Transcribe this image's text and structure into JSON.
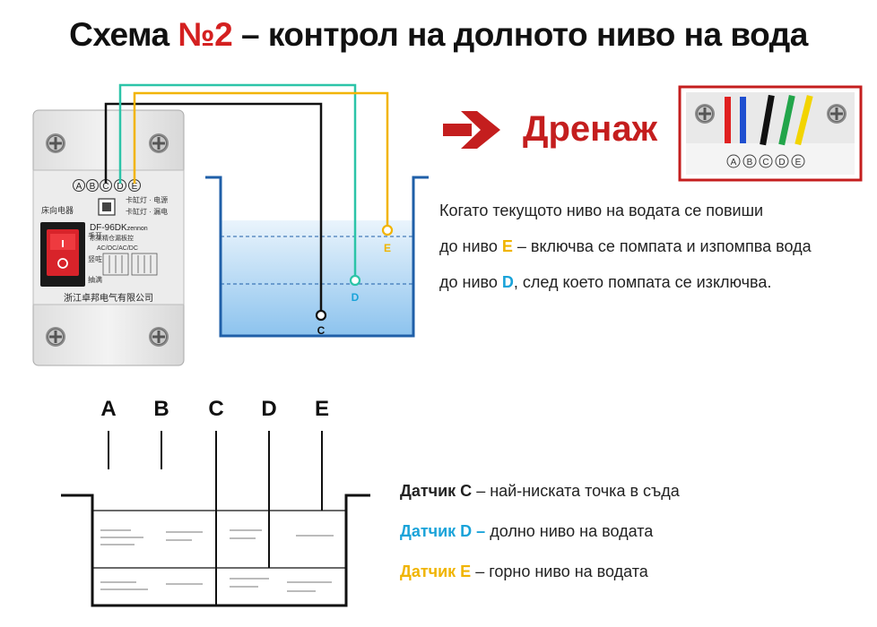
{
  "title": {
    "prefix": "Схема",
    "number": "№2",
    "suffix": "– контрол  на долното ниво на вода"
  },
  "drain": {
    "label": "Дренаж"
  },
  "photo_terminals": [
    "A",
    "B",
    "C",
    "D",
    "E"
  ],
  "relay": {
    "model": "DF-96DK",
    "model_suffix": "zennon",
    "terminals": [
      "A",
      "B",
      "C",
      "D",
      "E"
    ],
    "top_label_1": "卡缸灯 · 电源",
    "top_label_2": "卡缸灯 · 漏电",
    "left_label": "床向电器",
    "sub_label": "东莱精仓漏板控",
    "mode_label": "AC/OC/AC/DC",
    "side_label_1": "手开",
    "side_label_2": "竖咗",
    "side_label_3": "抽满",
    "maker": "浙江卓邦电气有限公司"
  },
  "tank_probes": {
    "c": "C",
    "d": "D",
    "e": "E"
  },
  "description": {
    "line1": "Когато текущото ниво на водата се повиши",
    "line2_pre": "до ниво ",
    "line2_key": "E",
    "line2_post": " – включва се помпата и изпомпва вода",
    "line3_pre": "до ниво ",
    "line3_key": "D",
    "line3_post": ", след което помпата се изключва."
  },
  "probe_labels": [
    "A",
    "B",
    "C",
    "D",
    "E"
  ],
  "legend": [
    {
      "key": "Датчик C",
      "sep": " – ",
      "text": "най-ниската точка в съда",
      "color": "#1a1a1a"
    },
    {
      "key": "Датчик D –",
      "sep": " ",
      "text": "долно ниво на водата",
      "color": "#1aa3d9"
    },
    {
      "key": "Датчик E",
      "sep": " – ",
      "text": "горно ниво на водата",
      "color": "#f0b400"
    }
  ],
  "colors": {
    "accent_red": "#c41e1e",
    "wire_black": "#111111",
    "wire_teal": "#2cc4a8",
    "wire_yellow": "#f2b400",
    "label_blue": "#1aa3d9",
    "tank_blue": "#1f5fa8"
  }
}
